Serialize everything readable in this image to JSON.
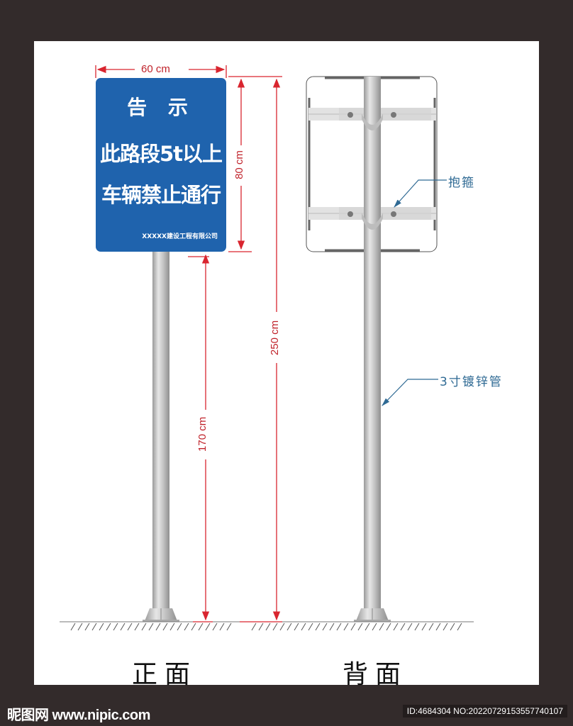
{
  "front_sign": {
    "title": "告 示",
    "line1": "此路段5t以上",
    "line2": "车辆禁止通行",
    "company": "XXXXX建设工程有限公司",
    "color": "#1f63ad"
  },
  "dimensions": {
    "width": "60 cm",
    "sign_height": "80 cm",
    "clearance_height": "170 cm",
    "total_height": "250 cm",
    "color": "#c0232b"
  },
  "callouts": {
    "clamp": "抱箍",
    "pipe": "3寸镀锌管",
    "color": "#2f6a94"
  },
  "captions": {
    "front": "正面",
    "back": "背面"
  },
  "watermark": {
    "site": "昵图网 www.nipic.com",
    "id": "ID:4684304 NO:20220729153557740107"
  }
}
